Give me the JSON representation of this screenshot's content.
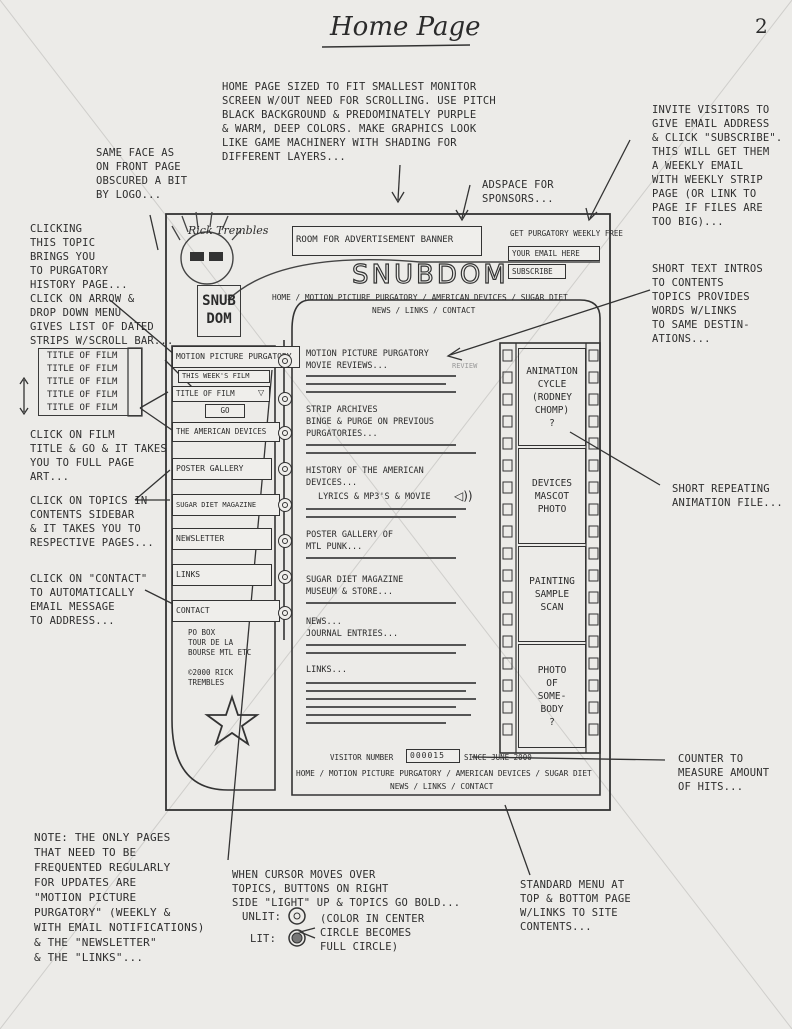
{
  "page_number": "2",
  "title": "Home Page",
  "notes": {
    "top": "Home page sized to fit smallest monitor\nscreen w/out need for scrolling. Use pitch\nblack background & predominately purple\n& warm, deep colors. Make graphics look\nlike game machinery with shading for\ndifferent layers...",
    "same_face": "Same face as\non front page\nobscured a bit\nby logo...",
    "invite": "Invite visitors to\ngive email address\n& click \"subscribe\".\nThis will get them\na weekly email\nwith weekly strip\npage (or link to\npage if files are\ntoo big)...",
    "adspace": "Adspace for\nsponsors...",
    "clicking_topic": "Clicking\nthis topic\nbrings you\nto purgatory\nhistory page...",
    "click_arrow": "Click on arrow &\ndrop down menu\ngives list of dated\nstrips w/scroll bar...",
    "short_text": "Short text intros\nto contents\ntopics provides\nwords w/links\nto same destin-\nations...",
    "click_film": "Click on film\ntitle & go & it takes\nyou to full page\nart...",
    "short_repeating": "Short repeating\nanimation file...",
    "click_topics": "Click on topics in\ncontents sidebar\n& it takes you to\nrespective pages...",
    "click_contact": "Click on \"contact\"\nto automatically\nemail message\nto address...",
    "counter": "Counter to\nmeasure amount\nof hits...",
    "note": "Note: the only pages\nthat need to be\nfrequented regularly\nfor updates are\n\"Motion Picture\nPurgatory\" (weekly &\nwith email notifications)\n& the \"newsletter\"\n& the \"links\"...",
    "cursor": "When cursor moves over\ntopics, buttons on right\nside \"light\" up & topics go bold...",
    "unlit": "Unlit:",
    "lit": "Lit:",
    "color_note": "(Color in center\ncircle becomes\nfull circle)",
    "standard_menu": "Standard menu at\ntop & bottom page\nw/links to site\ncontents..."
  },
  "mockup": {
    "signature": "Rick Trembles",
    "logo_text_1": "SNUB",
    "logo_text_2": "DOM",
    "ad_banner": "Room for advertisement banner",
    "get_weekly": "Get purgatory weekly free",
    "email_field": "Your email here",
    "subscribe": "Subscribe",
    "site_title": "SNUBDOM",
    "top_menu_1": "Home / Motion Picture Purgatory / American Devices / Sugar Diet",
    "top_menu_2": "News / Links / Contact",
    "sidebar": {
      "motion_picture": "Motion Picture Purgatory",
      "this_week": "This week's film",
      "title_of_film": "Title of film",
      "go": "Go",
      "american_devices": "The American Devices",
      "poster_gallery": "Poster Gallery",
      "sugar_diet": "Sugar Diet Magazine",
      "newsletter": "Newsletter",
      "links": "Links",
      "contact": "Contact",
      "address": "PO Box\nTour de la\nBourse MTL etc",
      "copyright": "©2000 Rick\nTrembles"
    },
    "dropdown_items": [
      "Title of Film",
      "Title of Film",
      "Title of Film",
      "Title of Film",
      "Title of Film"
    ],
    "content": {
      "c1": "Motion Picture Purgatory\nMovie reviews...",
      "review": "Review",
      "c2": "Strip archives\nBinge & purge on previous\npurgatories...",
      "c3": "History of the American\nDevices...",
      "c3b": "Lyrics & MP3's & movie",
      "c4": "Poster gallery of\nMTL punk...",
      "c5": "Sugar diet magazine\nmuseum & store...",
      "c6": "News...\nJournal entries...",
      "c7": "Links..."
    },
    "film_frames": [
      "Animation\ncycle\n(Rodney\nChomp)\n?",
      "Devices\nMascot\nphoto",
      "Painting\nsample\nscan",
      "Photo\nof\nsome-\nbody\n?"
    ],
    "visitor_label": "Visitor number",
    "visitor_count": "000015",
    "since": "Since June 2000",
    "bottom_menu_1": "Home / Motion Picture Purgatory / American Devices / Sugar Diet",
    "bottom_menu_2": "News / Links / Contact"
  }
}
